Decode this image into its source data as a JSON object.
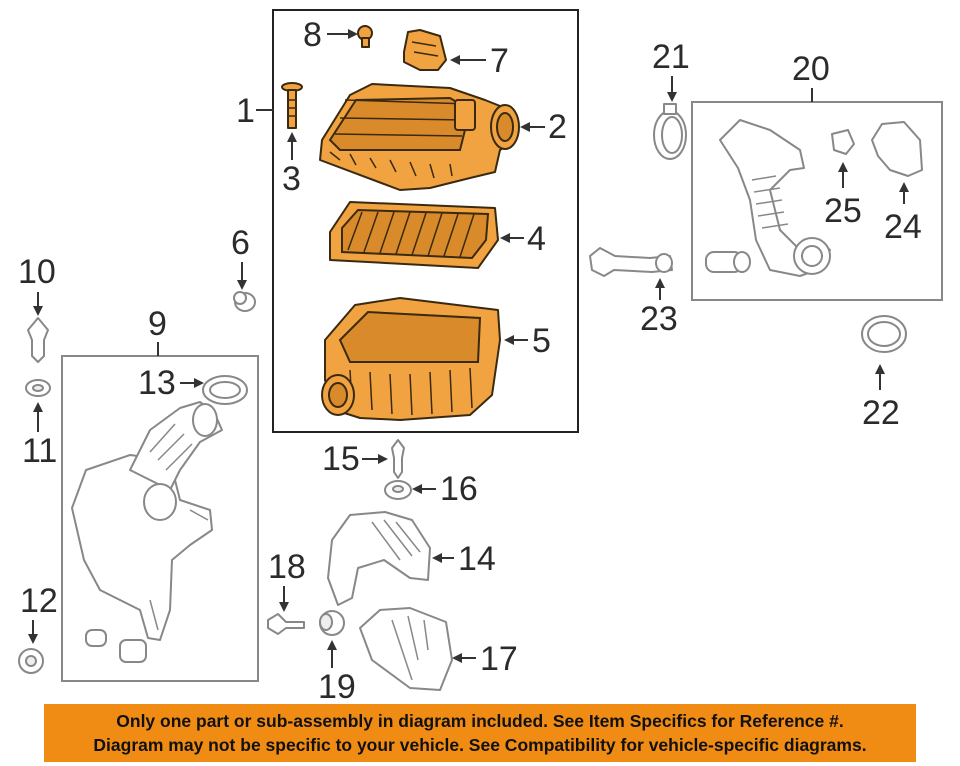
{
  "callouts": {
    "c1": "1",
    "c2": "2",
    "c3": "3",
    "c4": "4",
    "c5": "5",
    "c6": "6",
    "c7": "7",
    "c8": "8",
    "c9": "9",
    "c10": "10",
    "c11": "11",
    "c12": "12",
    "c13": "13",
    "c14": "14",
    "c15": "15",
    "c16": "16",
    "c17": "17",
    "c18": "18",
    "c19": "19",
    "c20": "20",
    "c21": "21",
    "c22": "22",
    "c23": "23",
    "c24": "24",
    "c25": "25"
  },
  "colors": {
    "highlight": "#f0a340",
    "banner": "#f08c14"
  },
  "disclaimer": {
    "line1": "Only one part or sub-assembly in diagram included. See Item Specifics for Reference #.",
    "line2": "Diagram may not be specific to your vehicle. See Compatibility for vehicle-specific diagrams."
  }
}
